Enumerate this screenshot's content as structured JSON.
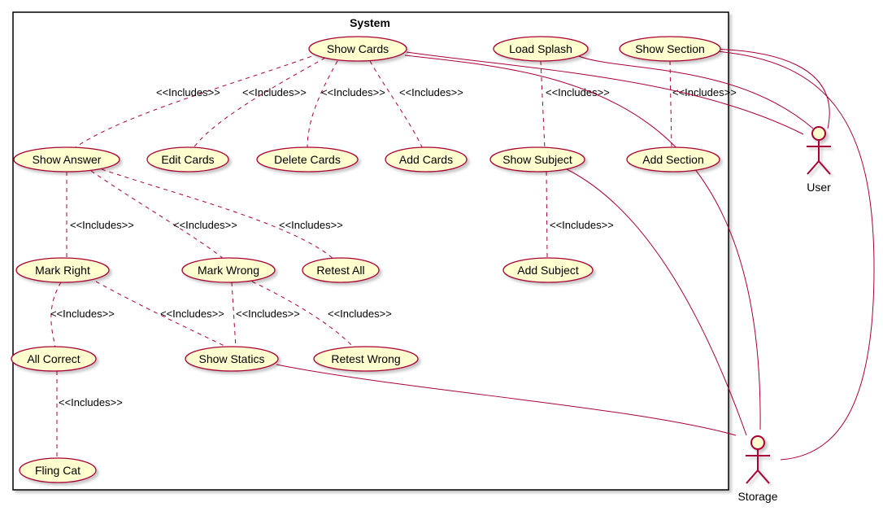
{
  "system": {
    "title": "System"
  },
  "colors": {
    "usecase_fill": "#FEFECE",
    "border": "#A80036",
    "shadow": "#C8C8C8",
    "frame": "#000000"
  },
  "use_cases": {
    "show_cards": "Show Cards",
    "load_splash": "Load Splash",
    "show_section": "Show Section",
    "show_answer": "Show Answer",
    "edit_cards": "Edit Cards",
    "delete_cards": "Delete Cards",
    "add_cards": "Add Cards",
    "show_subject": "Show Subject",
    "add_section": "Add Section",
    "mark_right": "Mark Right",
    "mark_wrong": "Mark Wrong",
    "retest_all": "Retest All",
    "add_subject": "Add Subject",
    "all_correct": "All Correct",
    "show_statics": "Show Statics",
    "retest_wrong": "Retest Wrong",
    "fling_cat": "Fling Cat"
  },
  "actors": {
    "user": "User",
    "storage": "Storage"
  },
  "relation_label": "<<Includes>>"
}
